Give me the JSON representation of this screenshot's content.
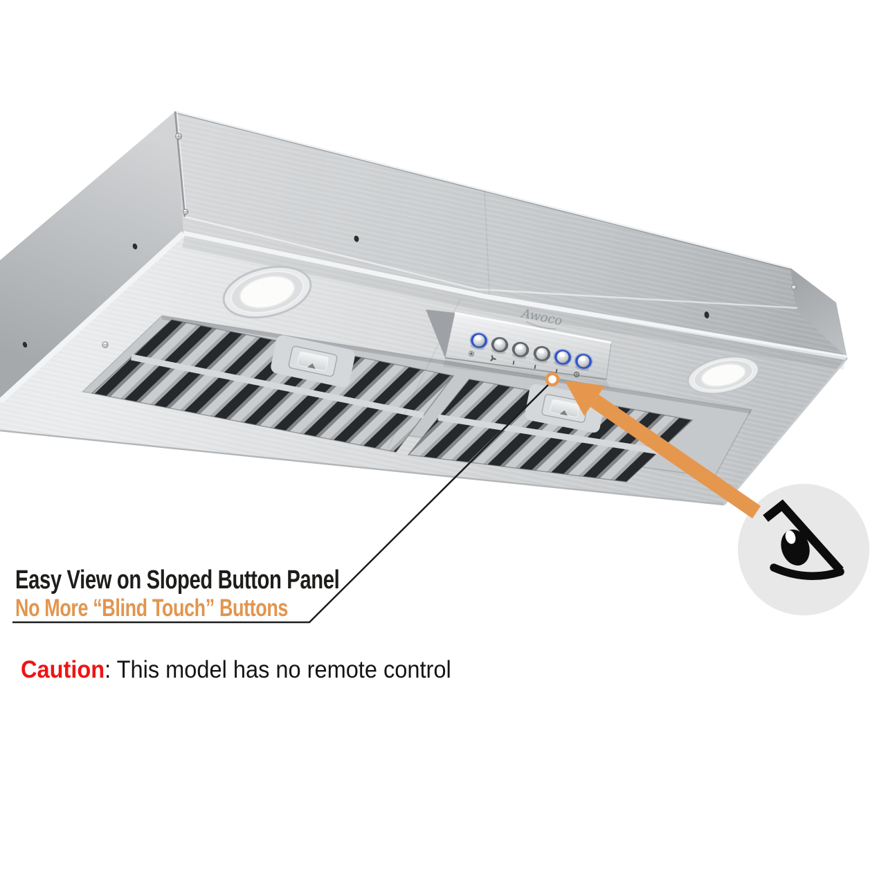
{
  "callout": {
    "title": "Easy View on Sloped Button Panel",
    "subtitle": "No More “Blind Touch” Buttons"
  },
  "caution": {
    "label": "Caution",
    "rest": ": This model has no remote control"
  },
  "product": {
    "brand": "Awoco",
    "control_panel": {
      "buttons": [
        {
          "icon": "light-icon",
          "ring": "blue"
        },
        {
          "icon": "fan-icon",
          "ring": "silver"
        },
        {
          "icon": "speed-1-icon",
          "ring": "silver"
        },
        {
          "icon": "speed-2-icon",
          "ring": "silver"
        },
        {
          "icon": "speed-3-icon",
          "ring": "blue"
        },
        {
          "icon": "timer-icon",
          "ring": "blue"
        }
      ]
    }
  },
  "colors": {
    "accent_orange": "#e6974e",
    "caution_red": "#ee1414",
    "headline": "#1d1d1b",
    "steel_light": "#e7e9ea",
    "steel_mid": "#c9ccce",
    "steel_dark": "#aeb1b4",
    "button_blue": "#2e52cc",
    "background": "#ffffff"
  }
}
